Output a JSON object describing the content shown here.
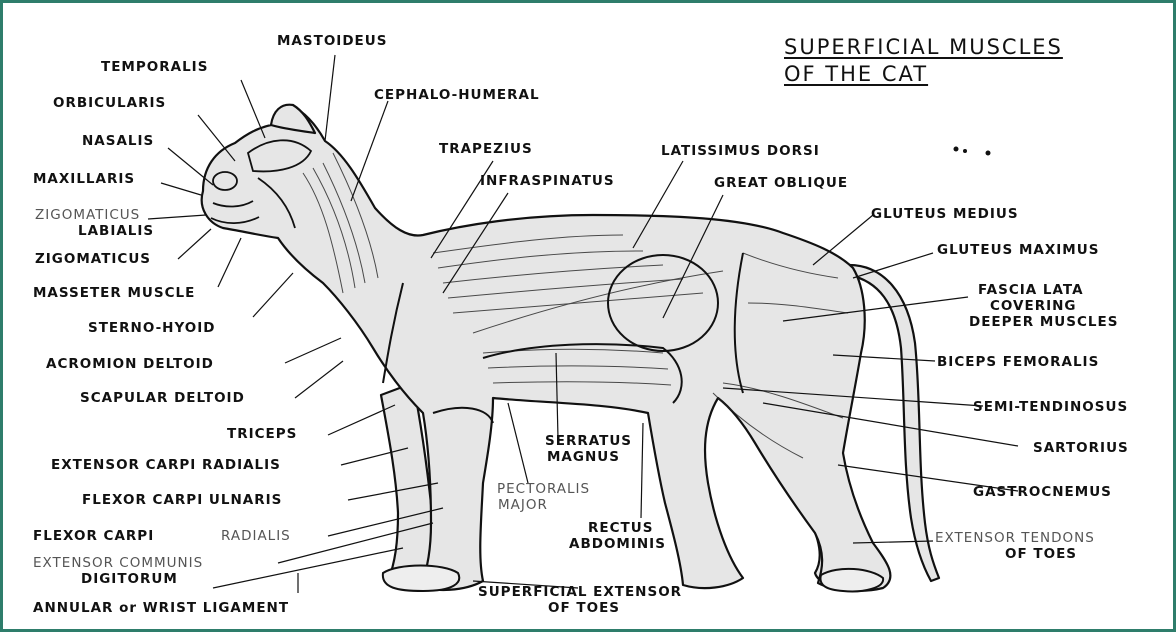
{
  "title": {
    "line1": "SUPERFICIAL MUSCLES",
    "line2": "OF THE CAT"
  },
  "labels": {
    "mastoideus": "MASTOIDEUS",
    "temporalis": "TEMPORALIS",
    "orbicularis": "ORBICULARIS",
    "nasalis": "NASALIS",
    "maxillaris": "MAXILLARIS",
    "zigomaticus_labialis_1": "ZIGOMATICUS",
    "zigomaticus_labialis_2": "LABIALIS",
    "zigomaticus": "ZIGOMATICUS",
    "masseter": "MASSETER MUSCLE",
    "sterno_hyoid": "STERNO-HYOID",
    "acromion_deltoid": "ACROMION DELTOID",
    "scapular_deltoid": "SCAPULAR DELTOID",
    "triceps": "TRICEPS",
    "extensor_carpi_radialis": "EXTENSOR CARPI RADIALIS",
    "flexor_carpi_ulnaris": "FLEXOR CARPI ULNARIS",
    "flexor_carpi_radialis_a": "FLEXOR CARPI",
    "flexor_carpi_radialis_b": "RADIALIS",
    "extensor_communis_1": "EXTENSOR COMMUNIS",
    "extensor_communis_2": "DIGITORUM",
    "annular": "ANNULAR or WRIST LIGAMENT",
    "cephalo_humeral": "CEPHALO-HUMERAL",
    "trapezius": "TRAPEZIUS",
    "infraspinatus": "INFRASPINATUS",
    "latissimus_dorsi": "LATISSIMUS DORSI",
    "great_oblique": "GREAT OBLIQUE",
    "gluteus_medius": "GLUTEUS MEDIUS",
    "gluteus_maximus": "GLUTEUS MAXIMUS",
    "fascia_1": "FASCIA LATA",
    "fascia_2": "COVERING",
    "fascia_3": "DEEPER MUSCLES",
    "biceps_femoralis": "BICEPS FEMORALIS",
    "semi_tendinosus": "SEMI-TENDINOSUS",
    "sartorius": "SARTORIUS",
    "gastrocnemus": "GASTROCNEMUS",
    "extensor_tendons_1": "EXTENSOR TENDONS",
    "extensor_tendons_2": "OF TOES",
    "serratus_1": "SERRATUS",
    "serratus_2": "MAGNUS",
    "pectoralis_1": "PECTORALIS",
    "pectoralis_2": "MAJOR",
    "rectus_1": "RECTUS",
    "rectus_2": "ABDOMINIS",
    "superficial_extensor_1": "SUPERFICIAL EXTENSOR",
    "superficial_extensor_2": "OF TOES"
  },
  "colors": {
    "frame": "#2e7d6b",
    "ink": "#111111",
    "body_fill": "#e8e8e8"
  }
}
